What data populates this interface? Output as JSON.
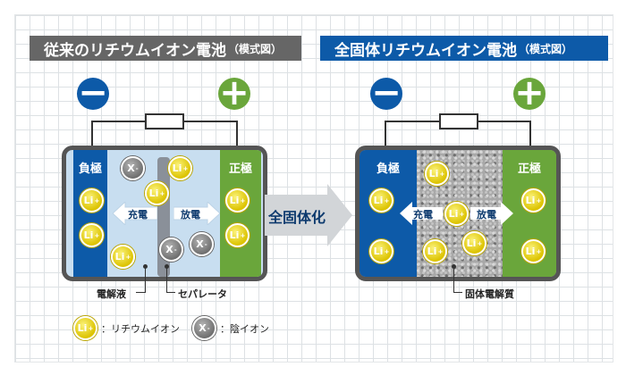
{
  "titles": {
    "left_main": "従来のリチウムイオン電池",
    "left_sub": "（模式図）",
    "right_main": "全固体リチウムイオン電池",
    "right_sub": "（模式図）"
  },
  "terminals": {
    "negative": "−",
    "positive": "+"
  },
  "electrodes": {
    "negative": "負極",
    "positive": "正極"
  },
  "directions": {
    "charge": "充電",
    "discharge": "放電"
  },
  "ions": {
    "lithium": "Li",
    "anion": "X",
    "plus": "+",
    "minus": "-"
  },
  "transition": "全固体化",
  "callouts": {
    "electrolyte": "電解液",
    "separator": "セパレータ",
    "solid_electrolyte": "固体電解質"
  },
  "legend": {
    "lithium_label": "：リチウムイオン",
    "anion_label": "：陰イオン"
  },
  "colors": {
    "negative": "#0d5aa8",
    "positive": "#6aa63b",
    "liquid_electrolyte": "#c8def0",
    "lithium_ion": "#e6d21a",
    "anion": "#7a7a7a"
  }
}
